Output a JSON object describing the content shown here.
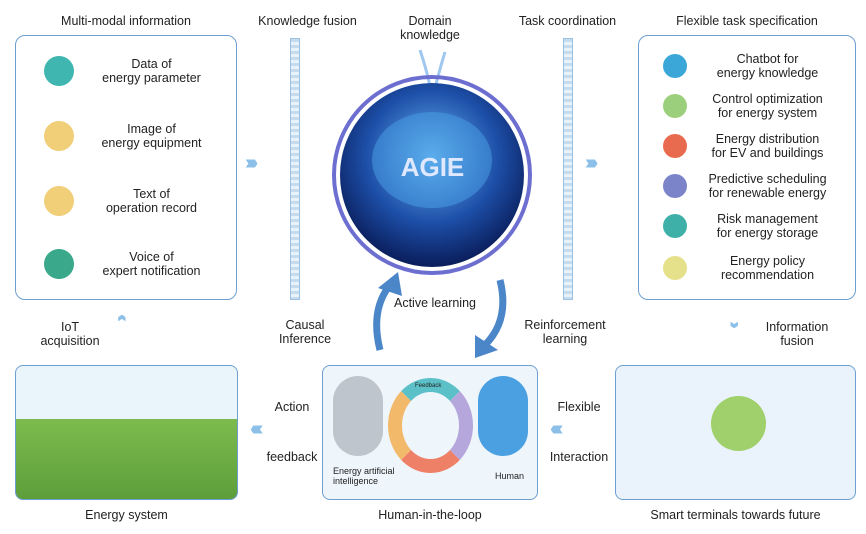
{
  "headers": {
    "multimodal": "Multi-modal information",
    "fusion": "Knowledge fusion",
    "domain": "Domain\nknowledge",
    "task": "Task coordination",
    "flexible": "Flexible task specification"
  },
  "left_items": [
    {
      "label": "Data of\nenergy parameter",
      "icon": "chart-icon",
      "color": "#3fb6b0"
    },
    {
      "label": "Image of\nenergy equipment",
      "icon": "cloud-icon",
      "color": "#f0cf78"
    },
    {
      "label": "Text of\noperation record",
      "icon": "document-icon",
      "color": "#f0cf78"
    },
    {
      "label": "Voice of\nexpert notification",
      "icon": "megaphone-icon",
      "color": "#3aa88a"
    }
  ],
  "right_items": [
    {
      "label": "Chatbot for\nenergy knowledge",
      "icon": "robot-icon",
      "color": "#3aa7d8"
    },
    {
      "label": "Control optimization\nfor energy system",
      "icon": "person-icon",
      "color": "#9ccf7c"
    },
    {
      "label": "Energy distribution\nfor EV and buildings",
      "icon": "building-icon",
      "color": "#e96b4f"
    },
    {
      "label": "Predictive scheduling\nfor renewable energy",
      "icon": "network-icon",
      "color": "#7b84c8"
    },
    {
      "label": "Risk management\nfor energy storage",
      "icon": "battery-icon",
      "color": "#3eb0a8"
    },
    {
      "label": "Energy policy\nrecommendation",
      "icon": "presentation-icon",
      "color": "#e5e08a"
    }
  ],
  "center": {
    "brain_label": "AGIE",
    "active": "Active learning",
    "causal": "Causal\nInference",
    "reinforcement": "Reinforcement\nlearning"
  },
  "side": {
    "iot": "IoT\nacquisition",
    "info_fusion": "Information\nfusion",
    "action": "Action",
    "feedback": "feedback",
    "flexible": "Flexible",
    "interaction": "Interaction"
  },
  "loop": {
    "feedback": "Feedback",
    "ai": "Energy artificial\nintelligence",
    "human": "Human"
  },
  "captions": {
    "energy": "Energy system",
    "hitl": "Human-in-the-loop",
    "terminals": "Smart terminals towards future"
  },
  "colors": {
    "border": "#6d9fd0",
    "chevron": "#8cc0e8",
    "arrow": "#4a86c8"
  }
}
